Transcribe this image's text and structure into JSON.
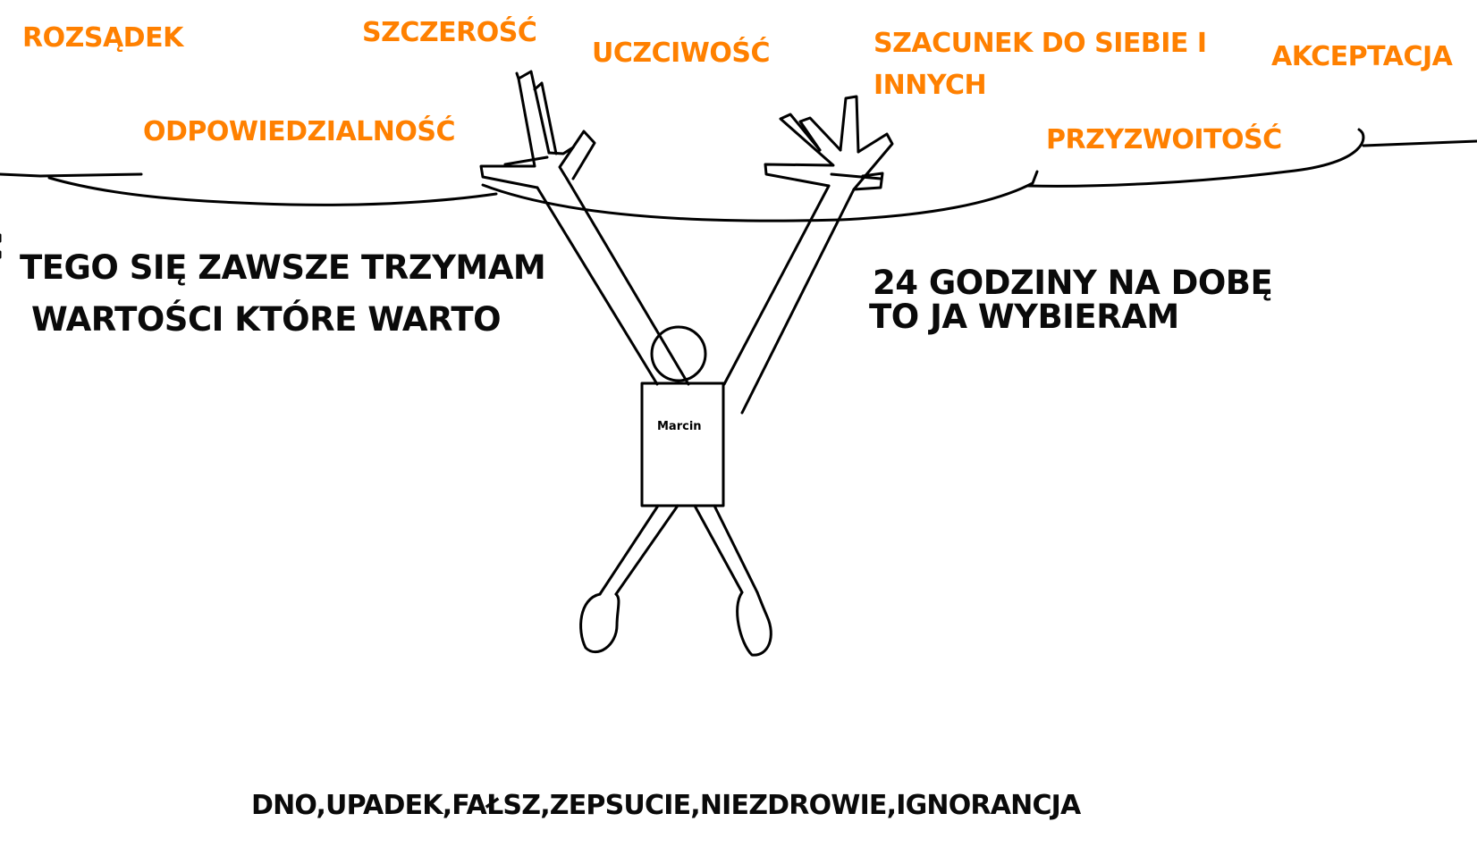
{
  "values": [
    {
      "id": "rozsadek",
      "text": "ROZSĄDEK"
    },
    {
      "id": "szczerosc",
      "text": "SZCZEROŚĆ"
    },
    {
      "id": "uczciwosc",
      "text": "UCZCIWOŚĆ"
    },
    {
      "id": "szacunek",
      "text": "SZACUNEK DO SIEBIE I"
    },
    {
      "id": "szacunek2",
      "text": "INNYCH"
    },
    {
      "id": "akceptacja",
      "text": "AKCEPTACJA"
    },
    {
      "id": "odpowiedzialnosc",
      "text": "ODPOWIEDZIALNOŚĆ"
    },
    {
      "id": "przyzwoitosc",
      "text": "PRZYZWOITOŚĆ"
    }
  ],
  "left_motto": {
    "line1": "TEGO SIĘ ZAWSZE TRZYMAM",
    "line2": "WARTOŚCI KTÓRE WARTO"
  },
  "right_motto": {
    "line1": "24 GODZINY NA DOBĘ",
    "line2": "TO JA WYBIERAM"
  },
  "figure": {
    "name": "Marcin"
  },
  "bottom_text": "DNO,UPADEK,FAŁSZ,ZEPSUCIE,NIEZDROWIE,IGNORANCJA",
  "colors": {
    "values": "#ff8000",
    "text": "#0a0a0a",
    "lines": "#000000",
    "background": "#ffffff"
  }
}
